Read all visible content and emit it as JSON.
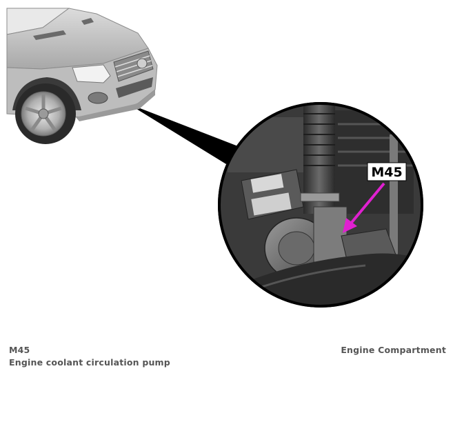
{
  "callout": {
    "label": "M45"
  },
  "caption": {
    "component_code": "M45",
    "component_name": "Engine coolant circulation pump",
    "location": "Engine Compartment"
  },
  "colors": {
    "arrow": "#e020d0",
    "car_body": "#c8c8c8",
    "detail_bg": "#3a3a3a",
    "caption_text": "#555555"
  }
}
